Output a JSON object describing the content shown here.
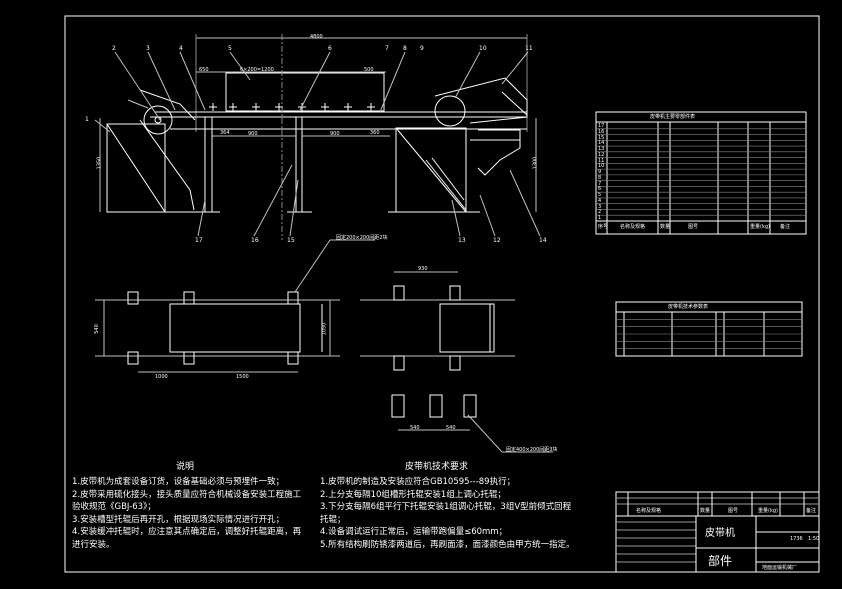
{
  "drawing": {
    "title_block": {
      "name": "皮带机",
      "subtitle": "部件",
      "company": "地面运输机械厂",
      "size_label": "1736",
      "scale_label": "1:50",
      "header": [
        "名称及规格",
        "数量",
        "图号",
        "重量(kg)",
        "备注"
      ]
    },
    "main_table": {
      "title": "皮带机主要零部件表",
      "header": [
        "序号",
        "名称及规格",
        "数量",
        "图号",
        "重量(kg)",
        "备注"
      ],
      "rows": [
        "17",
        "16",
        "15",
        "14",
        "13",
        "12",
        "11",
        "10",
        "9",
        "8",
        "7",
        "6",
        "5",
        "4",
        "3",
        "2",
        "1"
      ]
    },
    "tech_table": {
      "title": "皮带机技术参数表"
    },
    "dimensions": {
      "top_total": "4800",
      "span_650": "650",
      "idler_set": "6×200=1200",
      "span_500": "500",
      "d900a": "900",
      "d900b": "900",
      "d364": "364",
      "d360": "360",
      "h1350": "1350",
      "h1300": "1300",
      "plan_930": "930",
      "plan_540": "540",
      "plan_1000": "1000",
      "plan_1500": "1500",
      "plan_1050": "1050",
      "plan_540b": "540",
      "plan_540c": "540",
      "note_a": "固定200×200间距2块",
      "note_b": "固定400×200间距3块"
    },
    "parts_labels": [
      "1",
      "2",
      "3",
      "4",
      "5",
      "6",
      "7",
      "8",
      "9",
      "10",
      "11",
      "12",
      "13",
      "14",
      "15",
      "16",
      "17"
    ],
    "notes": {
      "heading": "说明",
      "lines": [
        "1.皮带机为成套设备订货，设备基础必须与预埋件一致；",
        "2.皮带采用硫化接头，接头质量应符合机械设备安装工程施工",
        "  验收规范《GBJ-63》；",
        "3.安装槽型托辊后再开孔，根据现场实际情况进行开孔；",
        "4.安装缓冲托辊时，应注意其点确定后，调整好托辊距离，再",
        "  进行安装。"
      ]
    },
    "requirements": {
      "heading": "皮带机技术要求",
      "lines": [
        "1.皮带机的制造及安装应符合GB10595---89执行；",
        "2.上分支每隔10组槽形托辊安装1组上调心托辊；",
        "3.下分支每隔6组平行下托辊安装1组调心托辊，3组V型前倾式回程",
        "  托辊；",
        "4.设备调试运行正常后，运输带跑偏量≤60mm；",
        "5.所有结构刷防锈漆两道后，再刷面漆，面漆颜色由甲方统一指定。"
      ]
    },
    "colors": {
      "line": "#ffffff",
      "dim": "#bfbfbf",
      "background": "#000000"
    }
  }
}
